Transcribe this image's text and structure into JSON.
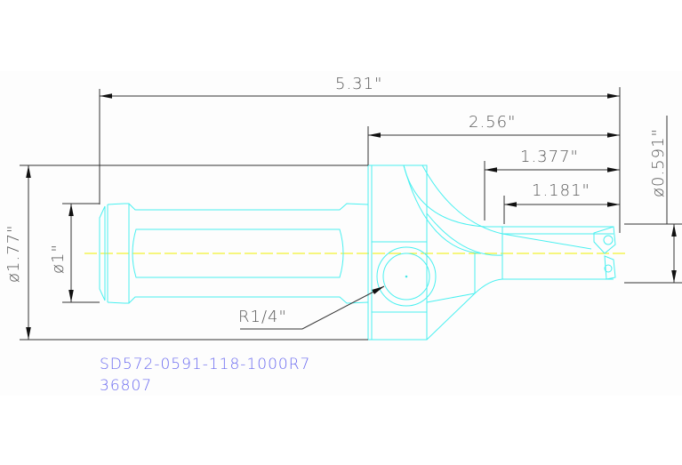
{
  "drawing": {
    "colors": {
      "outline": "#4af0f0",
      "centerline": "#f0f000",
      "dimension": "#333333",
      "dim_text": "#5a5a5a",
      "part_text": "#6b6bf0"
    },
    "dimensions": {
      "overall_length": "5.31\"",
      "head_length": "2.56\"",
      "length_1377": "1.377\"",
      "length_1181": "1.181\"",
      "diameter_0591": "ø0.591\"",
      "diameter_177": "ø1.77\"",
      "diameter_1": "ø1\"",
      "radius": "R1/4\""
    },
    "part_number": "SD572-0591-118-1000R7",
    "item_number": "36807"
  }
}
